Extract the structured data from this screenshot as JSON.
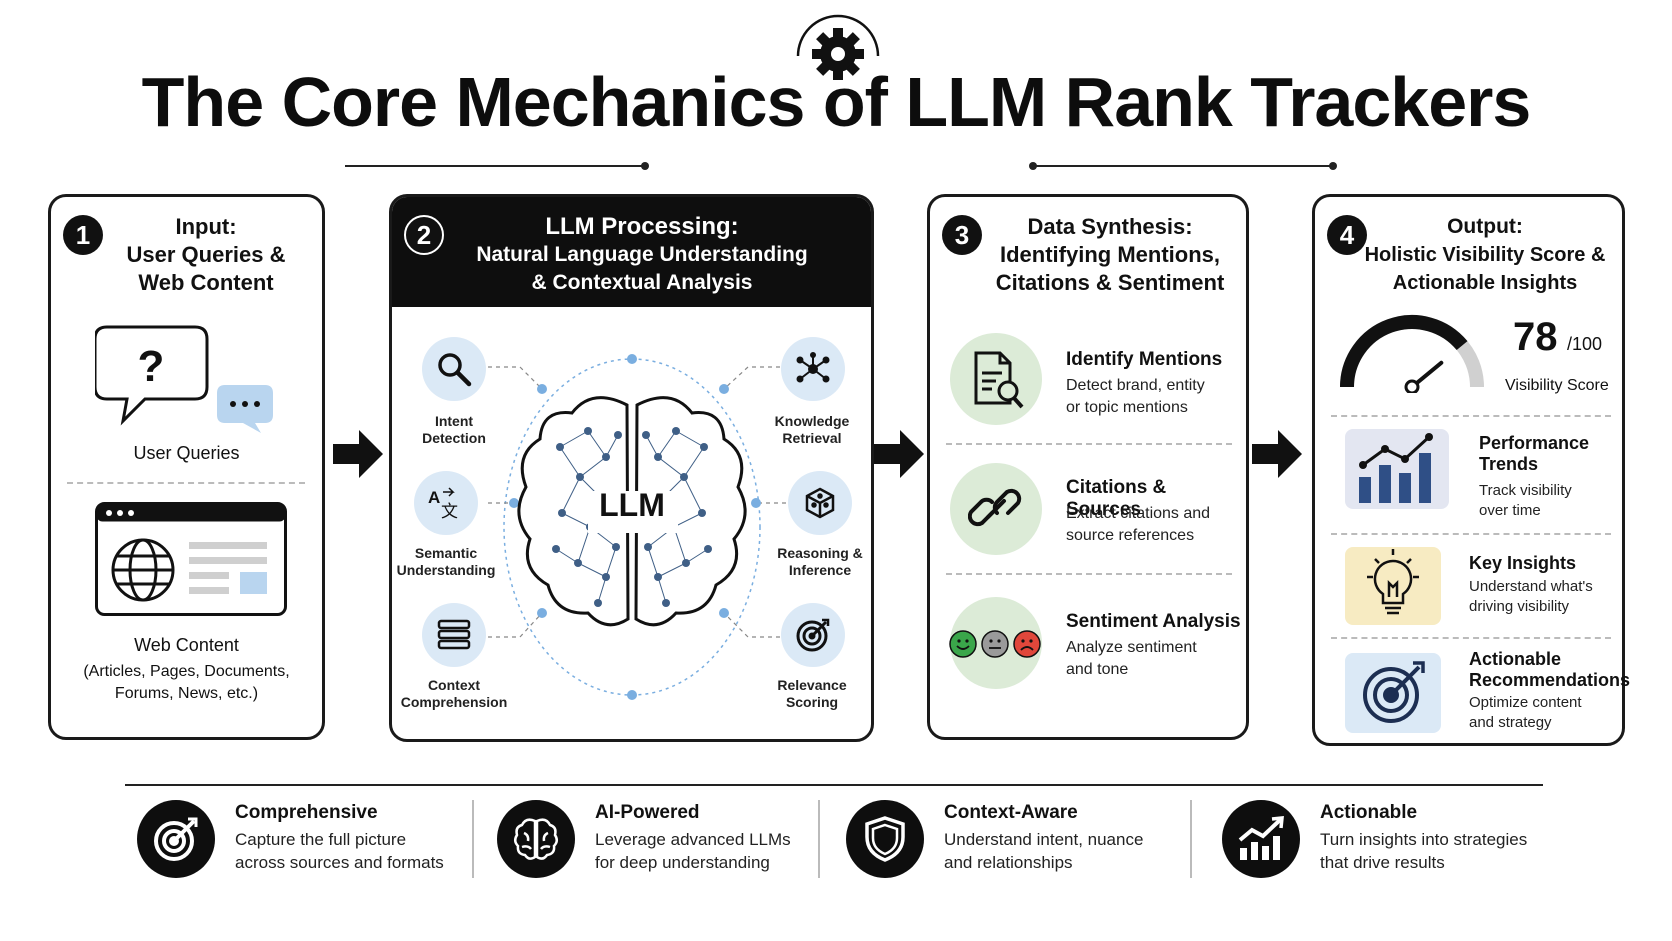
{
  "title": "The Core Mechanics of LLM Rank Trackers",
  "title_icon": "gear-icon",
  "panels": [
    {
      "number": "1",
      "title_line1": "Input:",
      "title_line2": "User Queries &",
      "title_line3": "Web Content",
      "queries_label": "User Queries",
      "web_label": "Web Content",
      "web_desc_line1": "(Articles, Pages, Documents,",
      "web_desc_line2": "Forums, News, etc.)"
    },
    {
      "number": "2",
      "title_line1": "LLM Processing:",
      "title_line2": "Natural Language Understanding",
      "title_line3": "& Contextual Analysis",
      "center_label": "LLM",
      "nodes": [
        {
          "line1": "Intent",
          "line2": "Detection",
          "icon": "magnifier-icon"
        },
        {
          "line1": "Semantic",
          "line2": "Understanding",
          "icon": "translate-icon"
        },
        {
          "line1": "Context",
          "line2": "Comprehension",
          "icon": "list-icon"
        },
        {
          "line1": "Knowledge",
          "line2": "Retrieval",
          "icon": "network-icon"
        },
        {
          "line1": "Reasoning &",
          "line2": "Inference",
          "icon": "cube-icon"
        },
        {
          "line1": "Relevance",
          "line2": "Scoring",
          "icon": "target-icon"
        }
      ]
    },
    {
      "number": "3",
      "title_line1": "Data Synthesis:",
      "title_line2": "Identifying Mentions,",
      "title_line3": "Citations & Sentiment",
      "rows": [
        {
          "title": "Identify Mentions",
          "desc1": "Detect brand, entity",
          "desc2": "or topic mentions",
          "icon": "document-search-icon"
        },
        {
          "title": "Citations & Sources",
          "desc1": "Extract citations and",
          "desc2": "source references",
          "icon": "link-icon"
        },
        {
          "title": "Sentiment Analysis",
          "desc1": "Analyze sentiment",
          "desc2": "and tone",
          "icon": "sentiment-faces-icon"
        }
      ]
    },
    {
      "number": "4",
      "title_line1": "Output:",
      "title_line2": "Holistic Visibility Score &",
      "title_line3": "Actionable Insights",
      "score": "78",
      "score_max": "/100",
      "score_label": "Visibility Score",
      "gauge_level": 0.78,
      "rows": [
        {
          "title1": "Performance",
          "title2": "Trends",
          "desc1": "Track visibility",
          "desc2": "over time",
          "icon": "bar-chart-icon"
        },
        {
          "title1": "Key Insights",
          "title2": "",
          "desc1": "Understand what's",
          "desc2": "driving visibility",
          "icon": "lightbulb-icon"
        },
        {
          "title1": "Actionable",
          "title2": "Recommendations",
          "desc1": "Optimize content",
          "desc2": "and strategy",
          "icon": "target-icon"
        }
      ]
    }
  ],
  "features": [
    {
      "title": "Comprehensive",
      "desc1": "Capture the full picture",
      "desc2": "across sources and formats",
      "icon": "target-icon"
    },
    {
      "title": "AI-Powered",
      "desc1": "Leverage advanced LLMs",
      "desc2": "for deep understanding",
      "icon": "brain-icon"
    },
    {
      "title": "Context-Aware",
      "desc1": "Understand intent, nuance",
      "desc2": "and relationships",
      "icon": "shield-icon"
    },
    {
      "title": "Actionable",
      "desc1": "Turn insights into strategies",
      "desc2": "that drive results",
      "icon": "growth-chart-icon"
    }
  ],
  "colors": {
    "ink": "#111111",
    "light_blue": "#dbe9f6",
    "light_green": "#dcebd7",
    "light_yellow": "#f7ebc2",
    "smile": "#3aa64a",
    "neutral": "#9a9a9a",
    "frown": "#e0473b"
  }
}
